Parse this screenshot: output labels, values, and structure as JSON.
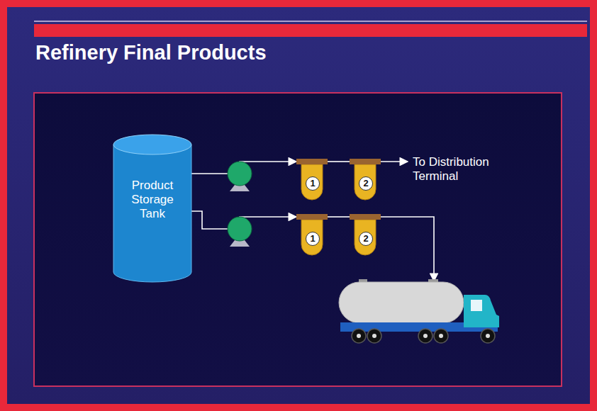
{
  "diagram": {
    "title": "Refinery Final Products",
    "nodes": [
      {
        "text": [
          "Product Storage Tank"
        ]
      },
      {
        "text": [
          "1"
        ]
      },
      {
        "text": [
          "2"
        ]
      },
      {
        "text": [
          "1"
        ]
      },
      {
        "text": [
          "2"
        ]
      }
    ],
    "edges": [
      {
        "from": 0,
        "to": 1,
        "arrow": "to"
      },
      {
        "from": 1,
        "to": 2,
        "arrow": "none"
      },
      {
        "from": 0,
        "to": 3,
        "arrow": "to"
      },
      {
        "from": 3,
        "to": 4,
        "arrow": "none"
      }
    ],
    "labels": [
      "To Distribution Terminal"
    ]
  }
}
